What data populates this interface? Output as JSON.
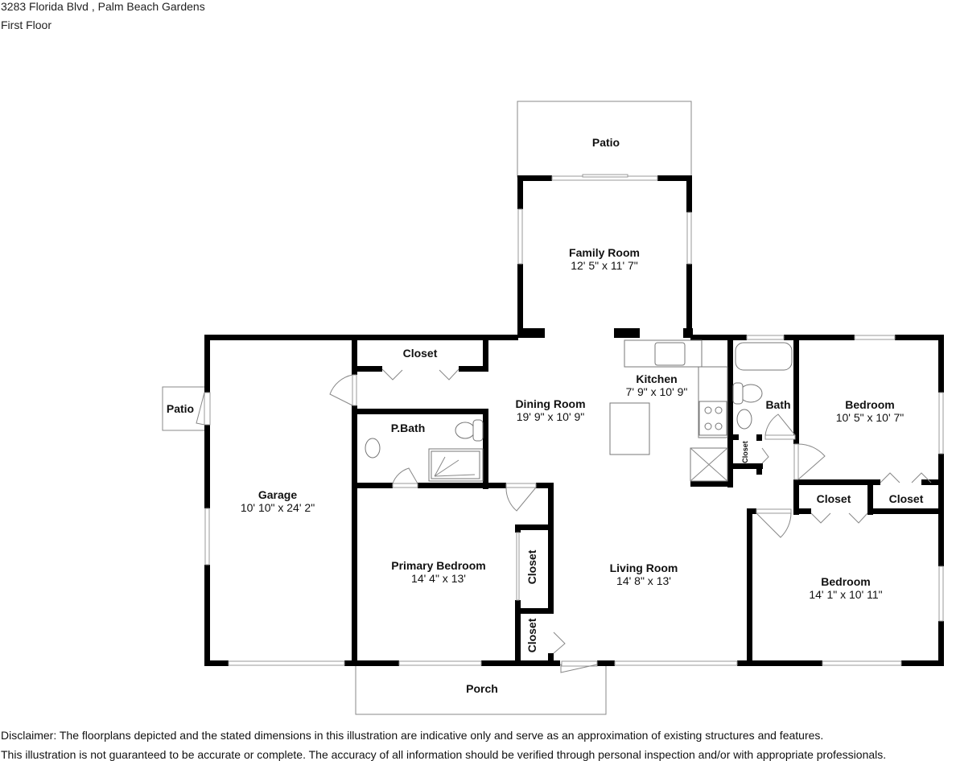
{
  "header": {
    "address": "3283 Florida Blvd , Palm Beach Gardens",
    "floor": "First Floor"
  },
  "rooms": {
    "patio_top": {
      "name": "Patio"
    },
    "family_room": {
      "name": "Family Room",
      "dims": "12' 5\" x 11' 7\""
    },
    "patio_left": {
      "name": "Patio"
    },
    "garage": {
      "name": "Garage",
      "dims": "10' 10\" x 24' 2\""
    },
    "closet_hall": {
      "name": "Closet"
    },
    "p_bath": {
      "name": "P.Bath"
    },
    "dining_room": {
      "name": "Dining Room",
      "dims": "19' 9\" x 10' 9\""
    },
    "kitchen": {
      "name": "Kitchen",
      "dims": "7' 9\" x 10' 9\""
    },
    "bath": {
      "name": "Bath"
    },
    "closet_small": {
      "name": "Closet"
    },
    "bedroom_1": {
      "name": "Bedroom",
      "dims": "10' 5\" x 10' 7\""
    },
    "closet_b1": {
      "name": "Closet"
    },
    "closet_b2": {
      "name": "Closet"
    },
    "primary_bedroom": {
      "name": "Primary Bedroom",
      "dims": "14' 4\" x 13'"
    },
    "closet_primary": {
      "name": "Closet"
    },
    "closet_entry": {
      "name": "Closet"
    },
    "living_room": {
      "name": "Living Room",
      "dims": "14' 8\" x 13'"
    },
    "bedroom_2": {
      "name": "Bedroom",
      "dims": "14' 1\" x 10' 11\""
    },
    "porch": {
      "name": "Porch"
    }
  },
  "disclaimer": {
    "line1": "Disclaimer: The floorplans depicted and the stated dimensions in this illustration are indicative only and serve as an approximation of existing structures and features.",
    "line2": "This illustration is not guaranteed to be accurate or complete. The accuracy of all information should be verified through personal inspection and/or with appropriate professionals."
  }
}
